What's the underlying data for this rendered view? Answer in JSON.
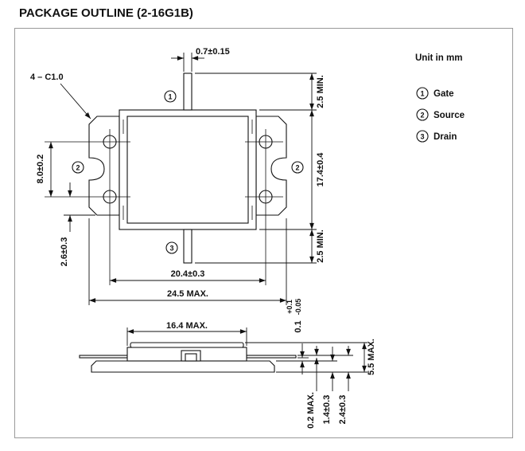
{
  "title": "PACKAGE OUTLINE (2-16G1B)",
  "unit_note": "Unit in mm",
  "pins": [
    {
      "number": "1",
      "name": "Gate"
    },
    {
      "number": "2",
      "name": "Source"
    },
    {
      "number": "3",
      "name": "Drain"
    }
  ],
  "top_view": {
    "chamfer_note": "4 – C1.0",
    "lead_width": "0.7±0.15",
    "lead_top_min": "2.5 MIN.",
    "body_height": "17.4±0.4",
    "lead_bottom_min": "2.5 MIN.",
    "hole_pitch": "8.0±0.2",
    "flange_edge": "2.6±0.3",
    "hole_span": "20.4±0.3",
    "overall_width": "24.5 MAX."
  },
  "side_view": {
    "cap_width": "16.4 MAX.",
    "standoff_value": "0.1",
    "standoff_plus": "+0.1",
    "standoff_minus": "-0.05",
    "overall_height": "5.5 MAX.",
    "lead_thickness": "0.2 MAX.",
    "flange_thickness": "1.4±0.3",
    "seating_height": "2.4±0.3"
  }
}
